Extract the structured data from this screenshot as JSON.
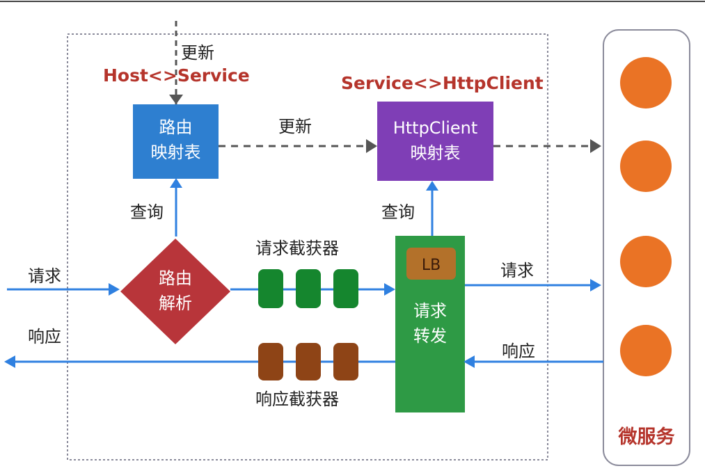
{
  "labels": {
    "update_top": "更新",
    "host_service": "Host<>Service",
    "service_httpclient": "Service<>HttpClient",
    "route_table_line1": "路由",
    "route_table_line2": "映射表",
    "update_middle": "更新",
    "httpclient_table_line1": "HttpClient",
    "httpclient_table_line2": "映射表",
    "query_left": "查询",
    "query_right": "查询",
    "request_interceptors": "请求截获器",
    "response_interceptors": "响应截获器",
    "request_in": "请求",
    "response_out": "响应",
    "route_parse_line1": "路由",
    "route_parse_line2": "解析",
    "lb": "LB",
    "forward_line1": "请求",
    "forward_line2": "转发",
    "request_to_service": "请求",
    "response_from_service": "响应",
    "microservices": "微服务"
  },
  "colors": {
    "route_table": "#2e7fd0",
    "httpclient_table": "#7f3eb6",
    "route_parse": "#b8353a",
    "forward": "#2e9a45",
    "lb": "#b3712a",
    "request_interceptor": "#15862e",
    "response_interceptor": "#8e4416",
    "microservice": "#ea7325",
    "arrow_solid": "#2f80e0",
    "arrow_dashed": "#555555",
    "accent_text": "#b5342b"
  }
}
